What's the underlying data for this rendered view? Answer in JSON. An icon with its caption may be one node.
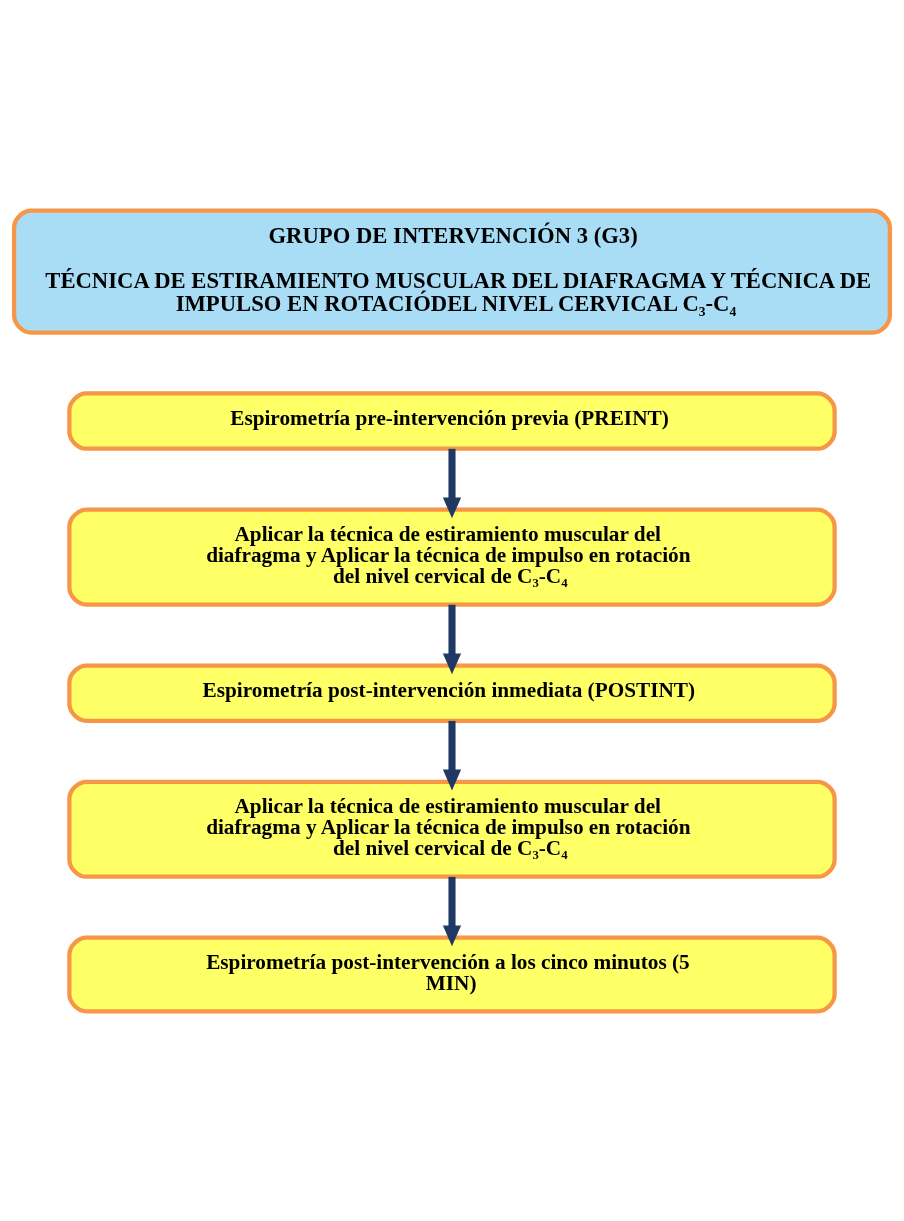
{
  "diagram": {
    "nodes": [
      {
        "text": [
          "GRUPO DE INTERVENCIÓN 3 (G3)",
          "TÉCNICA DE ESTIRAMIENTO MUSCULAR DEL DIAFRAGMA Y TÉCNICA DE IMPULSO EN ROTACIÓDEL NIVEL CERVICAL C₃-C₄"
        ]
      },
      {
        "text": [
          "Espirometría pre-intervención previa (PREINT)"
        ]
      },
      {
        "text": [
          "Aplicar la técnica de estiramiento muscular del diafragma y Aplicar la técnica de impulso en rotación del nivel cervical de C₃-C₄"
        ]
      },
      {
        "text": [
          "Espirometría post-intervención inmediata (POSTINT)"
        ]
      },
      {
        "text": [
          "Aplicar la técnica de estiramiento muscular del diafragma y Aplicar la técnica de impulso en rotación del nivel cervical de C₃-C₄"
        ]
      },
      {
        "text": [
          "Espirometría post-intervención a los cinco minutos (5 MIN)"
        ]
      }
    ],
    "edges": [
      {
        "from": 1,
        "to": 2,
        "arrow": "to"
      },
      {
        "from": 2,
        "to": 3,
        "arrow": "to"
      },
      {
        "from": 3,
        "to": 4,
        "arrow": "to"
      },
      {
        "from": 4,
        "to": 5,
        "arrow": "to"
      }
    ]
  }
}
